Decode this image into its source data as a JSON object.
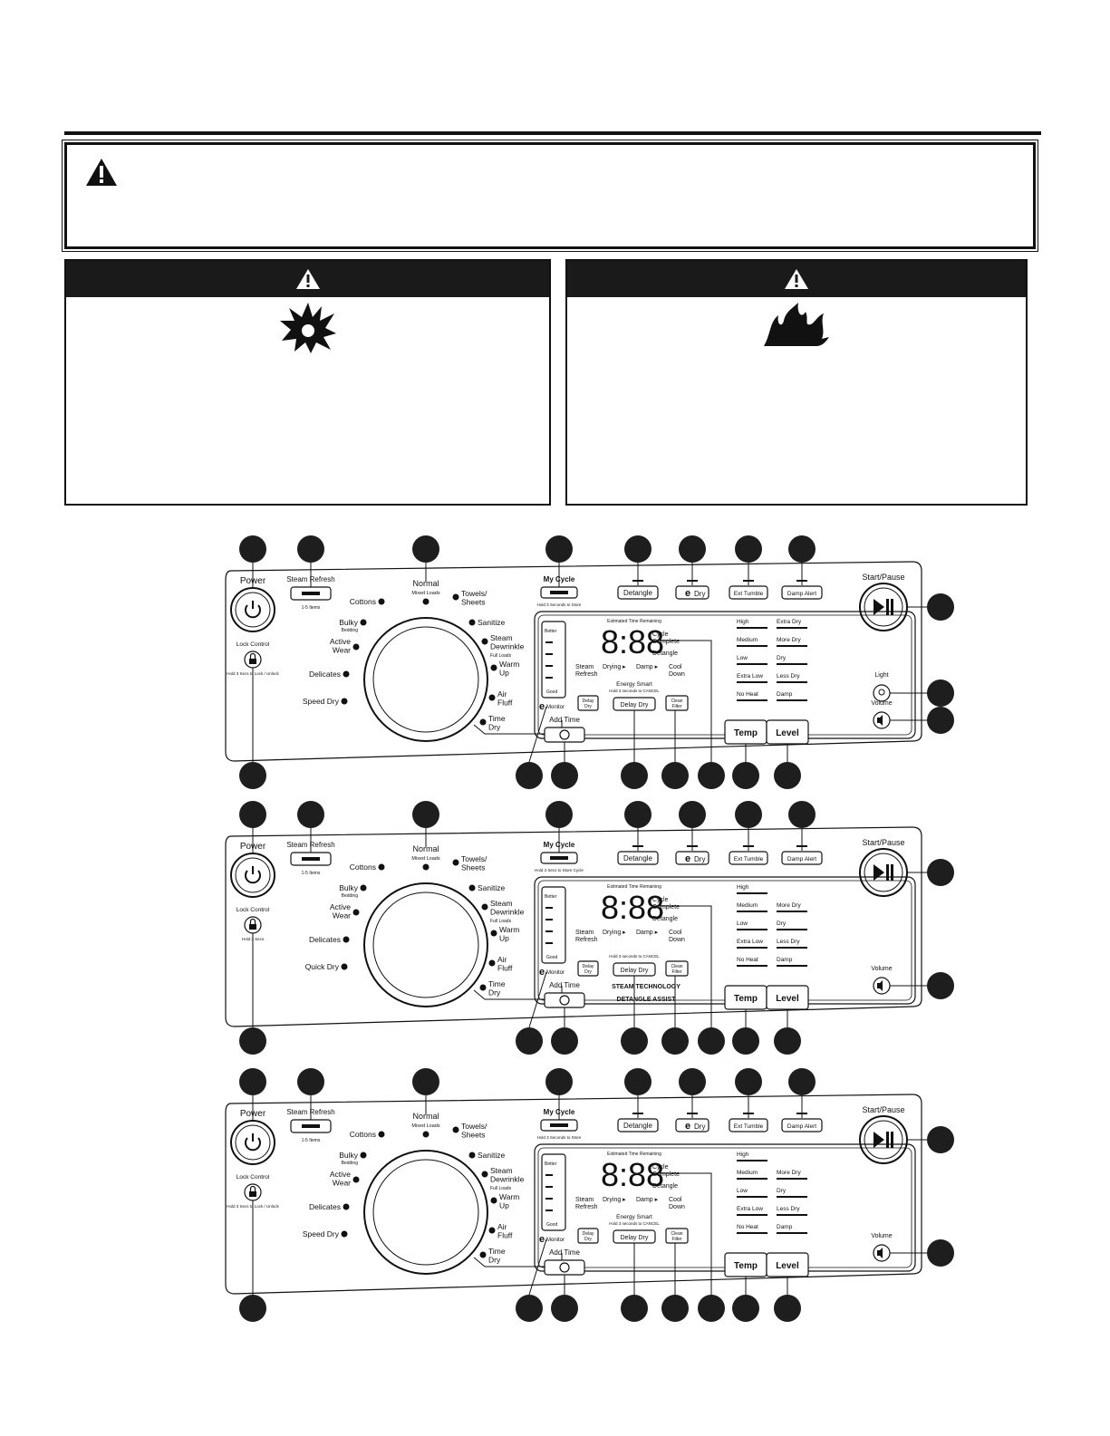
{
  "icons": {
    "warning": "warning-triangle-icon",
    "explosion": "explosion-hazard-icon",
    "fire": "fire-hazard-icon"
  },
  "panels": [
    {
      "power": "Power",
      "lock": "Lock Control",
      "lock_hint": "Hold 3 Secs to Lock / Unlock",
      "steam_refresh": "Steam Refresh",
      "steam_refresh_sub": "1-5 Items",
      "dial_left": [
        "Cottons",
        "Bulky",
        "Active Wear",
        "Delicates",
        "Speed Dry"
      ],
      "dial_left_sub": {
        "Bulky": "Bedding"
      },
      "normal": "Normal",
      "normal_sub": "Mixed Loads",
      "dial_right": [
        "Towels/ Sheets",
        "Sanitize",
        "Steam Dewrinkle",
        "Warm Up",
        "Air Fluff",
        "Time Dry"
      ],
      "dewrinkle_sub": "Full Loads",
      "my_cycle": "My Cycle",
      "my_cycle_hint": "Hold 3 Seconds to Store",
      "top_buttons": [
        "Detangle",
        "Dry",
        "Ext Tumble",
        "Damp Alert"
      ],
      "start_pause": "Start/Pause",
      "light": "Light",
      "volume": "Volume",
      "emonitor_top": "Better",
      "emonitor_bottom": "Good",
      "emonitor": "Monitor",
      "est_time": "Estimated Time Remaining",
      "digits": "8:88",
      "cycle_complete": "Cycle Complete",
      "detangle_status": "Detangle",
      "status_row": [
        "Steam Refresh",
        "Drying",
        "Damp",
        "Cool Down"
      ],
      "energy": "Energy Smart",
      "cancel_hint": "Hold 3 seconds to CANCEL",
      "delay_dry_small": "Delay Dry",
      "delay_dry": "Delay Dry",
      "clean_filter": "Clean Filter",
      "temps": [
        "High",
        "Medium",
        "Low",
        "Extra Low",
        "No Heat"
      ],
      "levels": [
        "Extra Dry",
        "More Dry",
        "Dry",
        "Less Dry",
        "Damp"
      ],
      "temp": "Temp",
      "level": "Level",
      "add_time": "Add Time"
    },
    {
      "power": "Power",
      "lock": "Lock Control",
      "lock_hint": "Hold 3 Secs",
      "steam_refresh": "Steam Refresh",
      "steam_refresh_sub": "1-5 Items",
      "dial_left": [
        "Cottons",
        "Bulky",
        "Active Wear",
        "Delicates",
        "Quick Dry"
      ],
      "dial_left_sub": {
        "Bulky": "Bedding"
      },
      "normal": "Normal",
      "normal_sub": "Mixed Loads",
      "dial_right": [
        "Towels/ Sheets",
        "Sanitize",
        "Steam Dewrinkle",
        "Warm Up",
        "Air Fluff",
        "Time Dry"
      ],
      "dewrinkle_sub": "Full Loads",
      "my_cycle": "My Cycle",
      "my_cycle_hint": "Hold 3 Secs to Store Cycle",
      "top_buttons": [
        "Detangle",
        "Dry",
        "Ext Tumble",
        "Damp Alert"
      ],
      "start_pause": "Start/Pause",
      "light": "",
      "volume": "Volume",
      "emonitor_top": "Better",
      "emonitor_bottom": "Good",
      "emonitor": "Monitor",
      "est_time": "Estimated Time Remaining",
      "digits": "8:88",
      "cycle_complete": "Cycle Complete",
      "detangle_status": "Detangle",
      "status_row": [
        "Steam Refresh",
        "Drying",
        "Damp",
        "Cool Down"
      ],
      "energy": "",
      "cancel_hint": "Hold 3 seconds to CANCEL",
      "delay_dry_small": "Delay Dry",
      "delay_dry": "Delay Dry",
      "clean_filter": "Clean Filter",
      "temps": [
        "High",
        "Medium",
        "Low",
        "Extra Low",
        "No Heat"
      ],
      "levels": [
        "",
        "More Dry",
        "Dry",
        "Less Dry",
        "Damp"
      ],
      "temp": "Temp",
      "level": "Level",
      "add_time": "Add Time",
      "steam_tech": "STEAM TECHNOLOGY",
      "detangle_assist": "DETANGLE ASSIST"
    },
    {
      "power": "Power",
      "lock": "Lock Control",
      "lock_hint": "Hold 3 Secs to Lock / Unlock",
      "steam_refresh": "Steam Refresh",
      "steam_refresh_sub": "1-5 Items",
      "dial_left": [
        "Cottons",
        "Bulky",
        "Active Wear",
        "Delicates",
        "Speed Dry"
      ],
      "dial_left_sub": {
        "Bulky": "Bedding"
      },
      "normal": "Normal",
      "normal_sub": "Mixed Loads",
      "dial_right": [
        "Towels/ Sheets",
        "Sanitize",
        "Steam Dewrinkle",
        "Warm Up",
        "Air Fluff",
        "Time Dry"
      ],
      "dewrinkle_sub": "Full Loads",
      "my_cycle": "My Cycle",
      "my_cycle_hint": "Hold 3 Seconds to Store",
      "top_buttons": [
        "Detangle",
        "Dry",
        "Ext Tumble",
        "Damp Alert"
      ],
      "start_pause": "Start/Pause",
      "light": "",
      "volume": "Volume",
      "emonitor_top": "Better",
      "emonitor_bottom": "Good",
      "emonitor": "Monitor",
      "est_time": "Estimated Time Remaining",
      "digits": "8:88",
      "cycle_complete": "Cycle Complete",
      "detangle_status": "Detangle",
      "status_row": [
        "Steam Refresh",
        "Drying",
        "Damp",
        "Cool Down"
      ],
      "energy": "Energy Smart",
      "cancel_hint": "Hold 3 seconds to CANCEL",
      "delay_dry_small": "Delay Dry",
      "delay_dry": "Delay Dry",
      "clean_filter": "Clean Filter",
      "temps": [
        "High",
        "Medium",
        "Low",
        "Extra Low",
        "No Heat"
      ],
      "levels": [
        "",
        "More Dry",
        "Dry",
        "Less Dry",
        "Damp"
      ],
      "temp": "Temp",
      "level": "Level",
      "add_time": "Add Time"
    }
  ]
}
